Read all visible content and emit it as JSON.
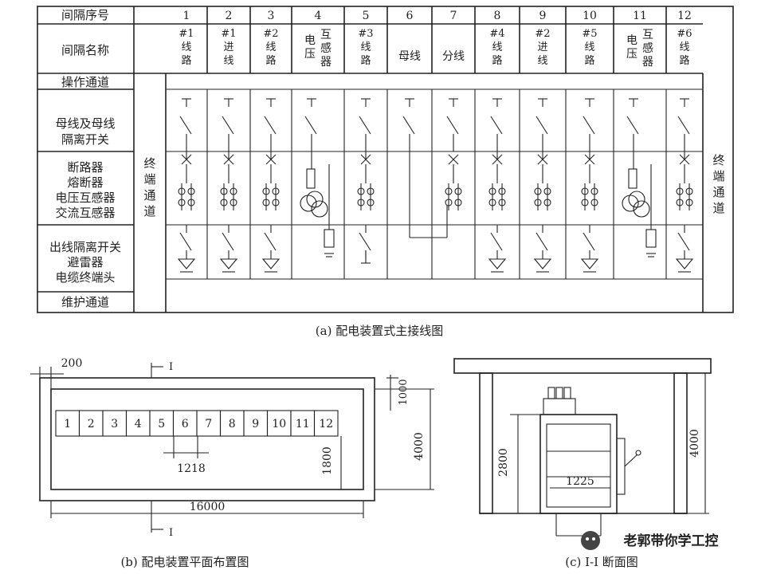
{
  "diagram_a": {
    "row_labels": {
      "bay_number": "间隔序号",
      "bay_name": "间隔名称",
      "operation_aisle": "操作通道",
      "busbar": [
        "母线及母线",
        "隔离开关"
      ],
      "breaker": [
        "断路器",
        "熔断器",
        "电压互感器",
        "交流互感器"
      ],
      "outgoing": [
        "出线隔离开关",
        "避雷器",
        "电缆终端头"
      ],
      "maintenance_aisle": "维护通道"
    },
    "terminal_aisle_left": "终端通道",
    "terminal_aisle_right": "终端通道",
    "bays": [
      {
        "num": "1",
        "name": [
          "#1",
          "线",
          "路"
        ]
      },
      {
        "num": "2",
        "name": [
          "#1",
          "进",
          "线"
        ]
      },
      {
        "num": "3",
        "name": [
          "#2",
          "线",
          "路"
        ]
      },
      {
        "num": "4",
        "name": [
          "电",
          "压",
          "互",
          "感",
          "器"
        ]
      },
      {
        "num": "5",
        "name": [
          "#3",
          "线",
          "路"
        ]
      },
      {
        "num": "6",
        "name": [
          "母",
          "线"
        ]
      },
      {
        "num": "7",
        "name": [
          "分",
          "线"
        ]
      },
      {
        "num": "8",
        "name": [
          "#4",
          "线",
          "路"
        ]
      },
      {
        "num": "9",
        "name": [
          "#2",
          "进",
          "线"
        ]
      },
      {
        "num": "10",
        "name": [
          "#5",
          "线",
          "路"
        ]
      },
      {
        "num": "11",
        "name": [
          "电",
          "压",
          "互",
          "感",
          "器"
        ]
      },
      {
        "num": "12",
        "name": [
          "#6",
          "线",
          "路"
        ]
      }
    ],
    "caption": "(a) 配电装置式主接线图"
  },
  "diagram_b": {
    "cells": [
      "1",
      "2",
      "3",
      "4",
      "5",
      "6",
      "7",
      "8",
      "9",
      "10",
      "11",
      "12"
    ],
    "dim_wall": "200",
    "dim_top": "1000",
    "dim_height": "4000",
    "dim_aisle": "1800",
    "dim_cell": "1218",
    "dim_length": "16000",
    "section_mark": "I",
    "caption": "(b) 配电装置平面布置图"
  },
  "diagram_c": {
    "dim_cabinet_h": "2800",
    "dim_room_h": "4000",
    "dim_cabinet_w": "1225",
    "caption": "(c) I-I 断面图"
  },
  "watermark": "老郭带你学工控"
}
